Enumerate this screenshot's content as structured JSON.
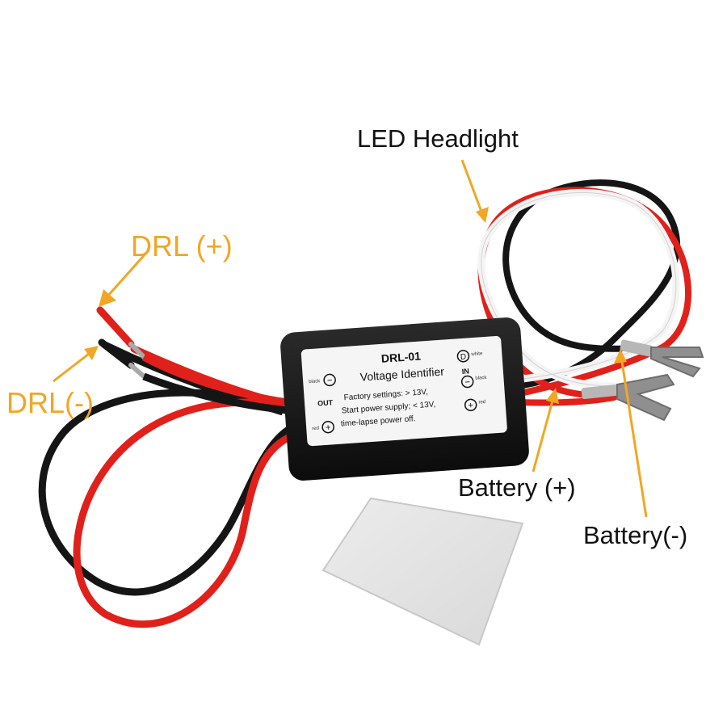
{
  "callouts": {
    "led_headlight": "LED Headlight",
    "drl_plus": "DRL (+)",
    "drl_minus": "DRL(-)",
    "battery_plus": "Battery (+)",
    "battery_minus": "Battery(-)"
  },
  "module": {
    "model": "DRL-01",
    "title": "Voltage Identifier",
    "out_label": "OUT",
    "in_label": "IN",
    "line1": "Factory settings: > 13V,",
    "line2": "Start power supply; < 13V,",
    "line3": "time-lapse power off.",
    "black_left": "black",
    "red_left": "red",
    "white_right": "white",
    "black_right": "black",
    "red_right": "red",
    "minus_sym": "−",
    "plus_sym": "+",
    "d_sym": "D"
  },
  "colors": {
    "callout_orange": "#f2a623",
    "wire_red": "#e0211b",
    "wire_black": "#151515",
    "wire_white": "#f4f4f4"
  }
}
